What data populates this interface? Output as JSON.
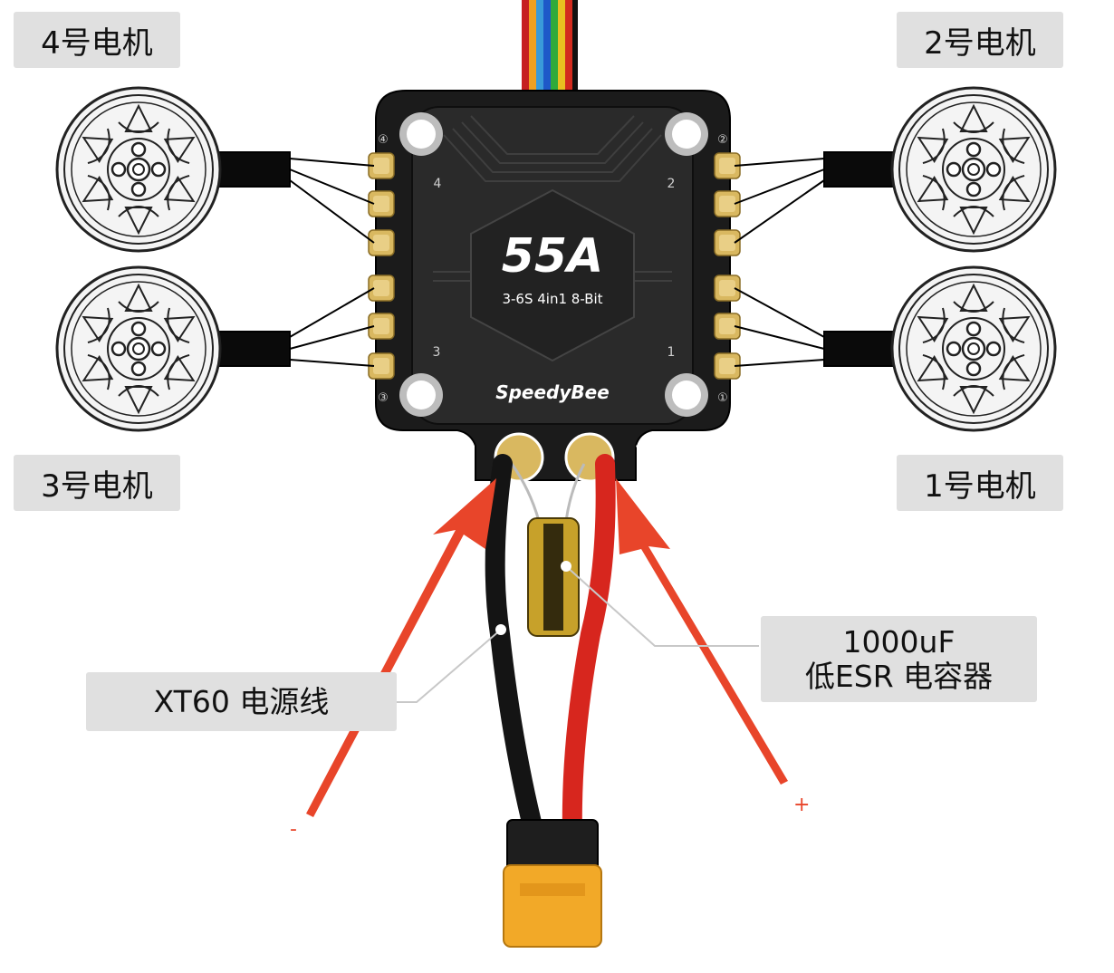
{
  "motors": [
    {
      "id": "4",
      "label": "4号电机"
    },
    {
      "id": "2",
      "label": "2号电机"
    },
    {
      "id": "3",
      "label": "3号电机"
    },
    {
      "id": "1",
      "label": "1号电机"
    }
  ],
  "esc": {
    "current": "55A",
    "spec": "3-6S 4in1 8-Bit",
    "brand": "SpeedyBee",
    "corner_numbers": [
      "4",
      "2",
      "3",
      "1"
    ],
    "pad_numbers": [
      "④",
      "②",
      "③",
      "①"
    ],
    "neg_symbol": "−",
    "pos_symbol": "+"
  },
  "callouts": {
    "power_lead": "XT60 电源线",
    "capacitor_value": "1000uF",
    "capacitor_desc": "低ESR 电容器"
  },
  "polarity": {
    "negative": "-",
    "positive": "+"
  },
  "colors": {
    "label_bg": "#e0e0e0",
    "board": "#1b1b1b",
    "pad_gold": "#d9b860",
    "arrow_red": "#e8452a",
    "wire_red": "#d7261e",
    "wire_black": "#141414",
    "xt60_yellow": "#f2a928",
    "capacitor": "#c7a12a"
  }
}
